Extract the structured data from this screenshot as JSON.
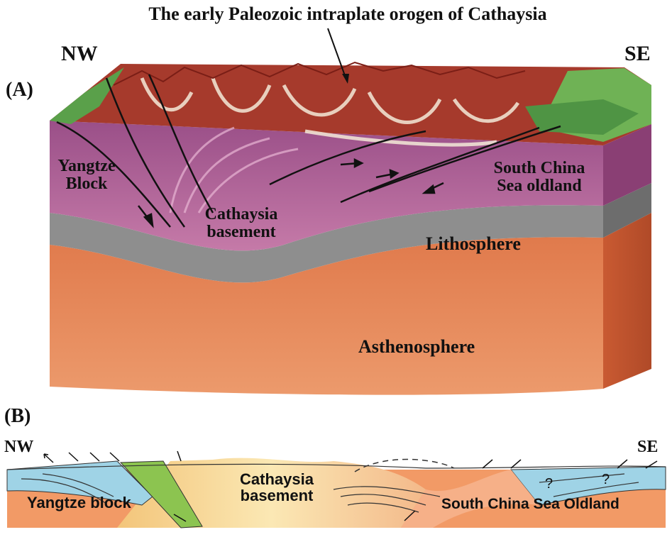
{
  "title": "The early Paleozoic intraplate orogen of Cathaysia",
  "panel_a": {
    "label": "(A)",
    "nw": "NW",
    "se": "SE",
    "yangtze_block": "Yangtze\nBlock",
    "south_china_sea_oldland": "South China\nSea oldland",
    "cathaysia_basement": "Cathaysia\nbasement",
    "lithosphere": "Lithosphere",
    "asthenosphere": "Asthenosphere"
  },
  "panel_b": {
    "label": "(B)",
    "nw": "NW",
    "se": "SE",
    "yangtze_block": "Yangtze block",
    "cathaysia_basement": "Cathaysia\nbasement",
    "south_china_sea_oldland": "South China Sea Oldland",
    "question_marks": [
      "?",
      "?"
    ]
  },
  "colors": {
    "asthenosphere": "#e8784a",
    "lithosphere": "#8e8e8e",
    "crust": "#b7669a",
    "topo_red": "#a63a2c",
    "topo_green": "#5aa04a",
    "b_blue": "#9fd3e6",
    "b_green": "#8cc450",
    "b_orange": "#f29a66",
    "b_yellow": "#f8e2a8"
  }
}
